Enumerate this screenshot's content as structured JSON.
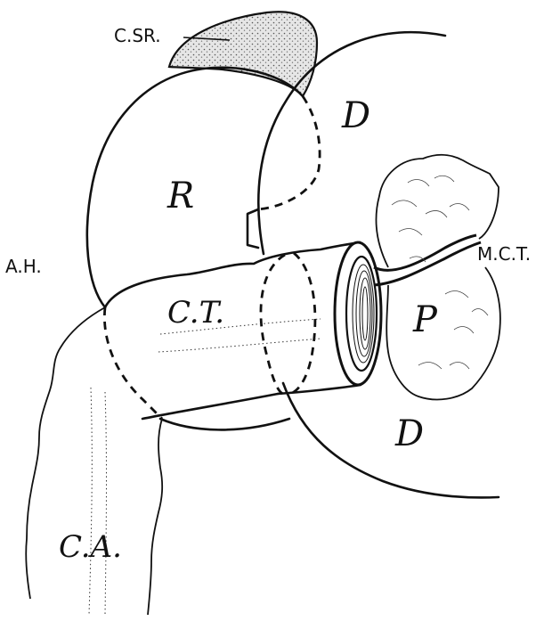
{
  "labels": {
    "csr": "C.SR.",
    "d_top": "D",
    "r": "R",
    "ah": "A.H.",
    "ct": "C.T.",
    "mct": "M.C.T.",
    "p": "P",
    "d_bottom": "D",
    "ca": "C.A."
  }
}
